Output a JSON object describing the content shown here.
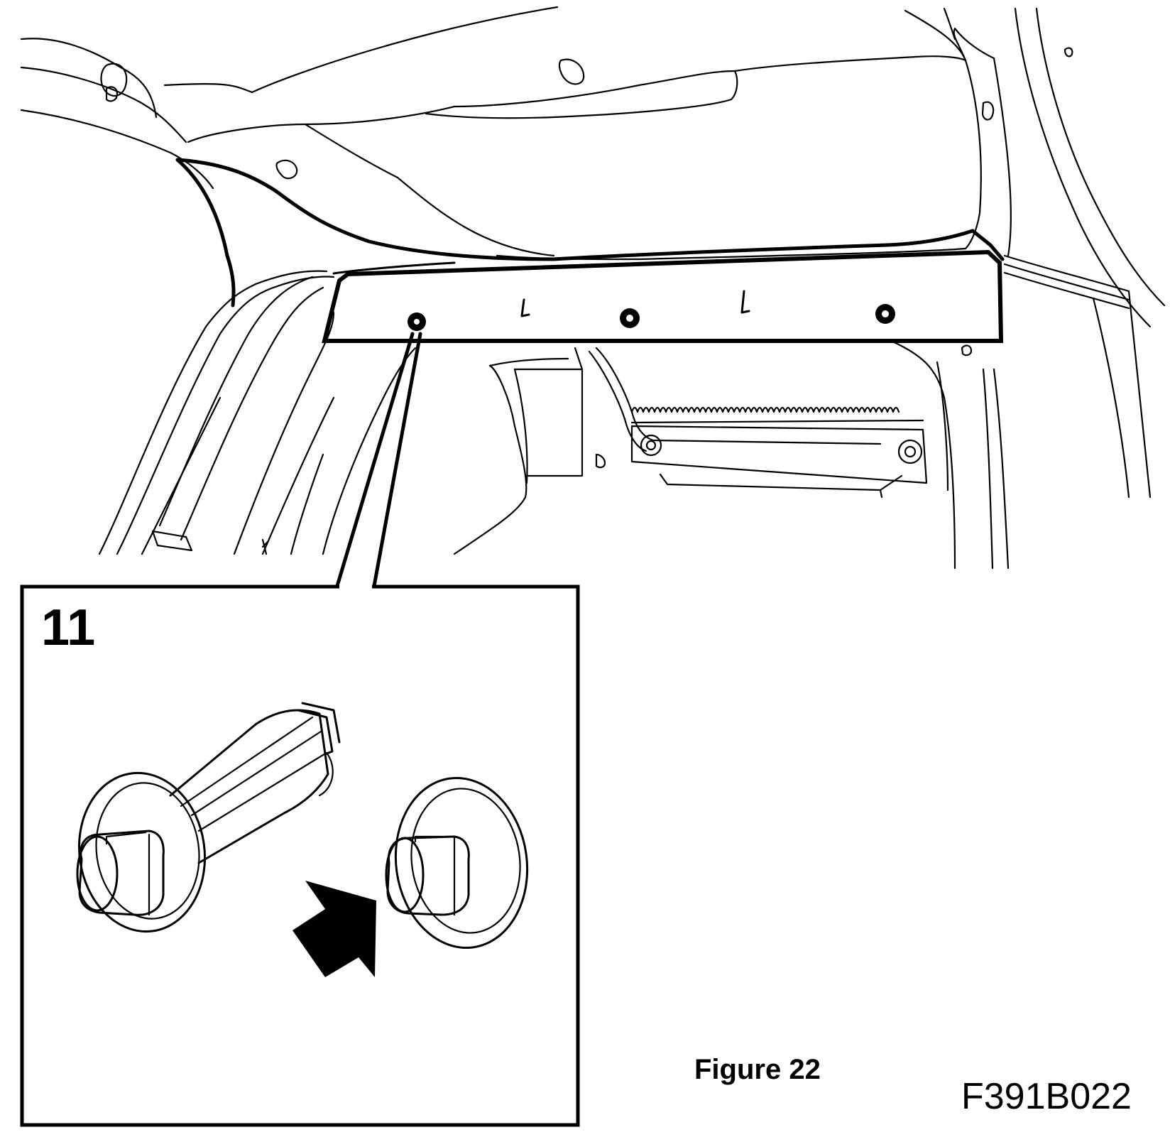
{
  "callout": {
    "number": "11"
  },
  "caption": {
    "figure_label": "Figure 22",
    "figure_code": "F391B022"
  },
  "icons": [
    "rear-parcel-shelf-trim-panel",
    "push-in-expanding-clip",
    "insertion-arrow"
  ]
}
